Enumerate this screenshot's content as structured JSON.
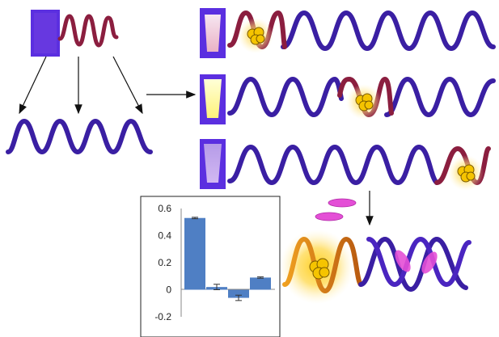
{
  "chart_data": {
    "type": "bar",
    "title": "",
    "xlabel": "",
    "ylabel": "",
    "ylim": [
      -0.2,
      0.6
    ],
    "yticks": [
      "0.6",
      "0.4",
      "0.2",
      "0",
      "-0.2"
    ],
    "grid": false,
    "legend": "none",
    "categories": [
      "",
      "",
      "",
      ""
    ],
    "values": [
      0.53,
      0.02,
      -0.06,
      0.09
    ],
    "errors": [
      0.005,
      0.02,
      0.02,
      0.005
    ],
    "bar_color": "#4f7fc4"
  },
  "colors": {
    "helix_blue": "#3a1fa3",
    "segment_red": "#8b1e3f",
    "gold": "#f5b800",
    "magenta": "#e44fd6",
    "vial_violet": "#6c3ce0"
  },
  "icons": {
    "nanoparticle": "gold-cluster-icon",
    "vial": "fluorescent-vial-icon",
    "molecule": "pink-ellipse-icon"
  }
}
